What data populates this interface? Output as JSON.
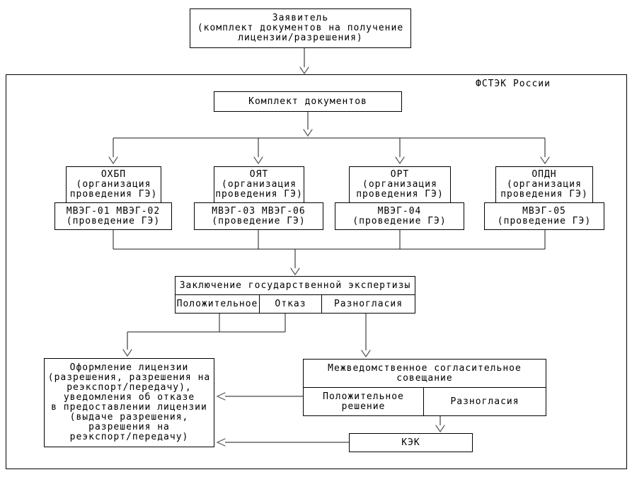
{
  "diagram": {
    "applicant": "Заявитель\n(комплект документов на получение\nлицензии/разрешения)",
    "agency_label": "ФСТЭК России",
    "docs_box": "Комплект документов",
    "columns": [
      {
        "org": "ОХБП\n(организация\nпроведения ГЭ)",
        "mveg": "МВЭГ-01 МВЭГ-02\n(проведение ГЭ)"
      },
      {
        "org": "ОЯТ\n(организация\nпроведения ГЭ)",
        "mveg": "МВЭГ-03 МВЭГ-06\n(проведение ГЭ)"
      },
      {
        "org": "ОРТ\n(организация\nпроведения ГЭ)",
        "mveg": "МВЭГ-04\n(проведение ГЭ)"
      },
      {
        "org": "ОПДН\n(организация\nпроведения ГЭ)",
        "mveg": "МВЭГ-05\n(проведение ГЭ)"
      }
    ],
    "conclusion": {
      "title": "Заключение государственной экспертизы",
      "cells": [
        "Положительное",
        "Отказ",
        "Разногласия"
      ]
    },
    "license_box": "Оформление лицензии\n(разрешения, разрешения на\nреэкспорт/передачу),\nуведомления об отказе\nв предоставлении лицензии\n(выдаче разрешения,\nразрешения на\nреэкспорт/передачу)",
    "meeting": {
      "title": "Межведомственное согласительное\nсовещание",
      "cells": [
        "Положительное\nрешение",
        "Разногласия"
      ]
    },
    "kek_box": "КЭК",
    "line_color": "#1a1a1a",
    "arrow_color": "#555555"
  }
}
